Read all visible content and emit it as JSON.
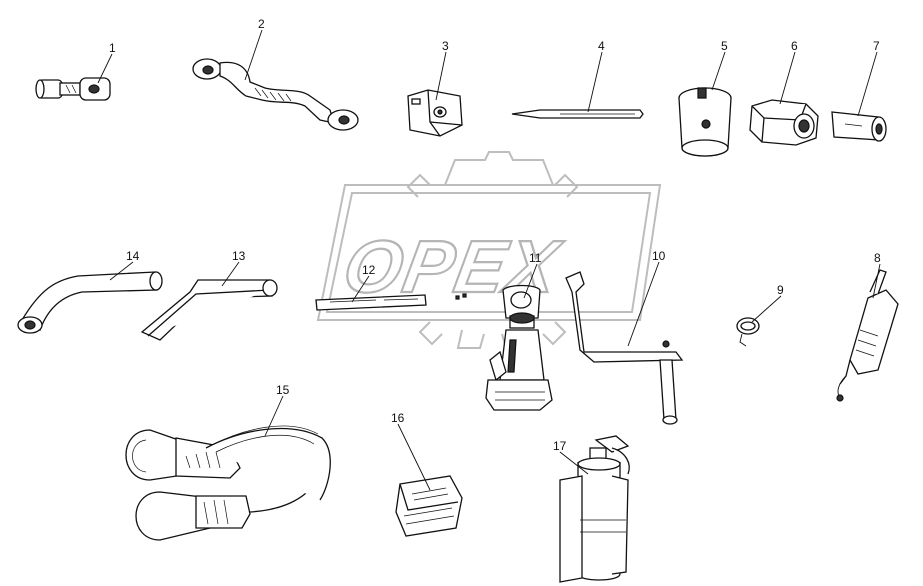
{
  "watermark": {
    "text": "OPEX"
  },
  "callouts": [
    {
      "id": "c1",
      "label": "1"
    },
    {
      "id": "c2",
      "label": "2"
    },
    {
      "id": "c3",
      "label": "3"
    },
    {
      "id": "c4",
      "label": "4"
    },
    {
      "id": "c5",
      "label": "5"
    },
    {
      "id": "c6",
      "label": "6"
    },
    {
      "id": "c7",
      "label": "7"
    },
    {
      "id": "c8",
      "label": "8"
    },
    {
      "id": "c9",
      "label": "9"
    },
    {
      "id": "c10",
      "label": "10"
    },
    {
      "id": "c11",
      "label": "11"
    },
    {
      "id": "c12",
      "label": "12"
    },
    {
      "id": "c13",
      "label": "13"
    },
    {
      "id": "c14",
      "label": "14"
    },
    {
      "id": "c15",
      "label": "15"
    },
    {
      "id": "c16",
      "label": "16"
    },
    {
      "id": "c17",
      "label": "17"
    }
  ]
}
